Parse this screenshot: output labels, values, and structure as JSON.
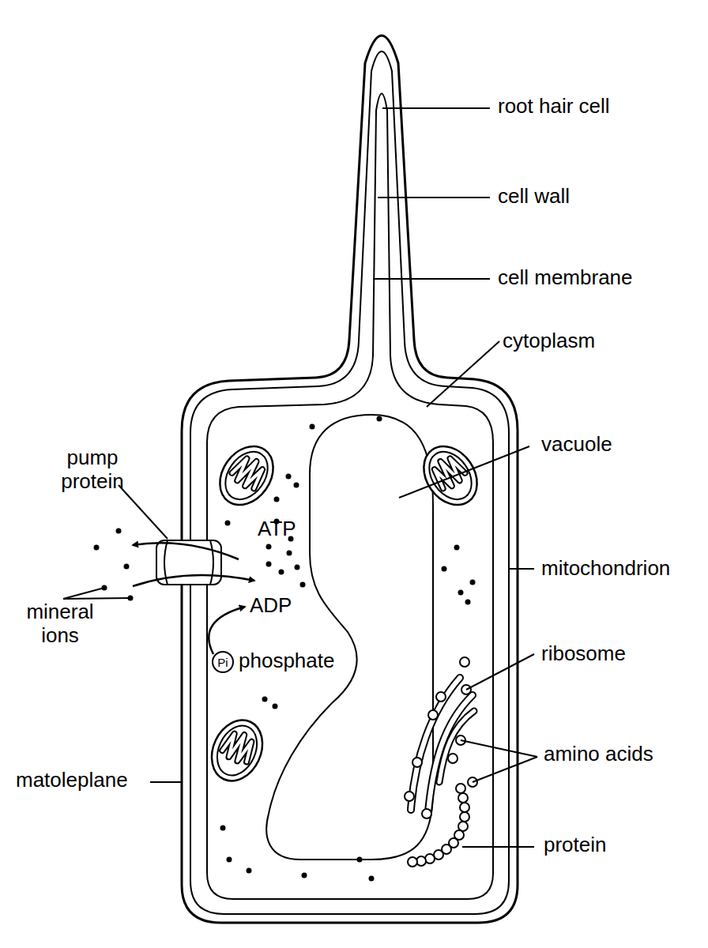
{
  "diagram": {
    "nodes": [
      {
        "text": [
          "Pi"
        ]
      }
    ],
    "labels": [
      "root hair cell",
      "cell wall",
      "cell membrane",
      "cytoplasm",
      "vacuole",
      "pump protein",
      "ATP",
      "mineral ions",
      "ADP",
      "mitochondrion",
      "phosphate",
      "ribosome",
      "amino acids",
      "matoleplane",
      "protein"
    ]
  }
}
